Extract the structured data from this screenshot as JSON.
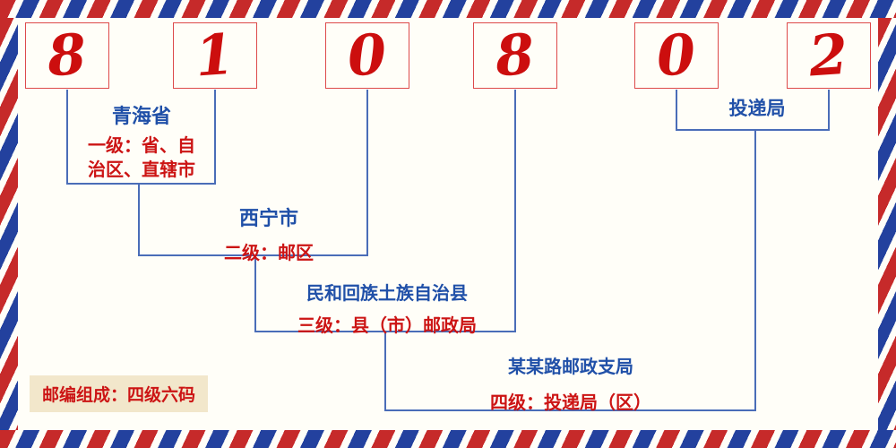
{
  "postcode": {
    "digits": [
      "8",
      "1",
      "0",
      "8",
      "0",
      "2"
    ]
  },
  "annotations": {
    "province": {
      "name": "青海省",
      "desc_lines": [
        "一级：省、自",
        "治区、直辖市"
      ]
    },
    "city": {
      "name": "西宁市",
      "desc": "二级：邮区"
    },
    "county": {
      "name": "民和回族土族自治县",
      "desc": "三级：县（市）邮政局"
    },
    "branch": {
      "name": "某某路邮政支局",
      "desc": "四级：投递局（区）"
    },
    "delivery": {
      "name": "投递局"
    }
  },
  "footer": {
    "composition": "邮编组成：四级六码"
  },
  "colors": {
    "digit_red": "#cc0e0e",
    "text_blue": "#2050a8",
    "text_red": "#cc1414",
    "line_blue": "#4a6db8",
    "stripe_red": "#c62a2a",
    "stripe_blue": "#23419e",
    "label_bg": "#f2e7cb",
    "background": "#fffef8"
  }
}
